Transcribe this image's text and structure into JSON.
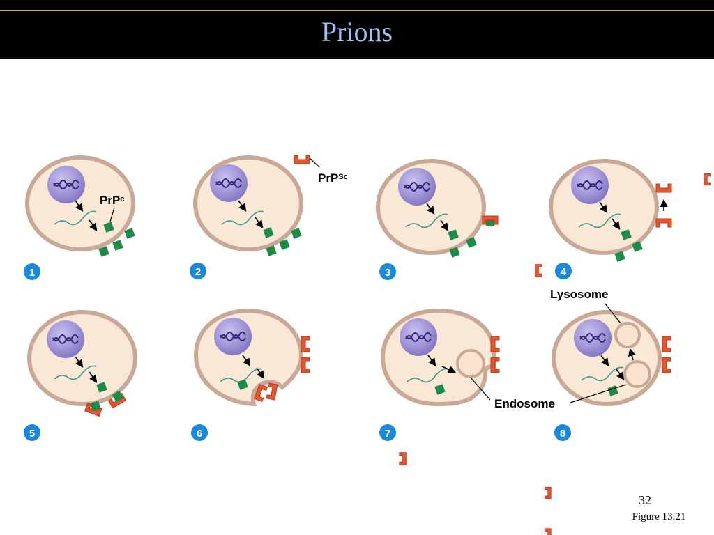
{
  "slide": {
    "title": "Prions",
    "slide_number": "32",
    "figure_ref": "Figure 13.21"
  },
  "labels": {
    "prp_c_base": "PrP",
    "prp_c_sup": "c",
    "prp_sc_base": "PrP",
    "prp_sc_sup": "Sc",
    "lysosome": "Lysosome",
    "endosome": "Endosome"
  },
  "steps": [
    "1",
    "2",
    "3",
    "4",
    "5",
    "6",
    "7",
    "8"
  ],
  "colors": {
    "header_bg": "#000000",
    "title": "#9cc3f0",
    "cytoplasm": "#f9e8d6",
    "membrane": "#c9a996",
    "nucleus": "#9d8fd0",
    "normal_prion": "#1d8a48",
    "abnormal_prion": "#e8542e",
    "step_badge": "#1b88d8"
  }
}
